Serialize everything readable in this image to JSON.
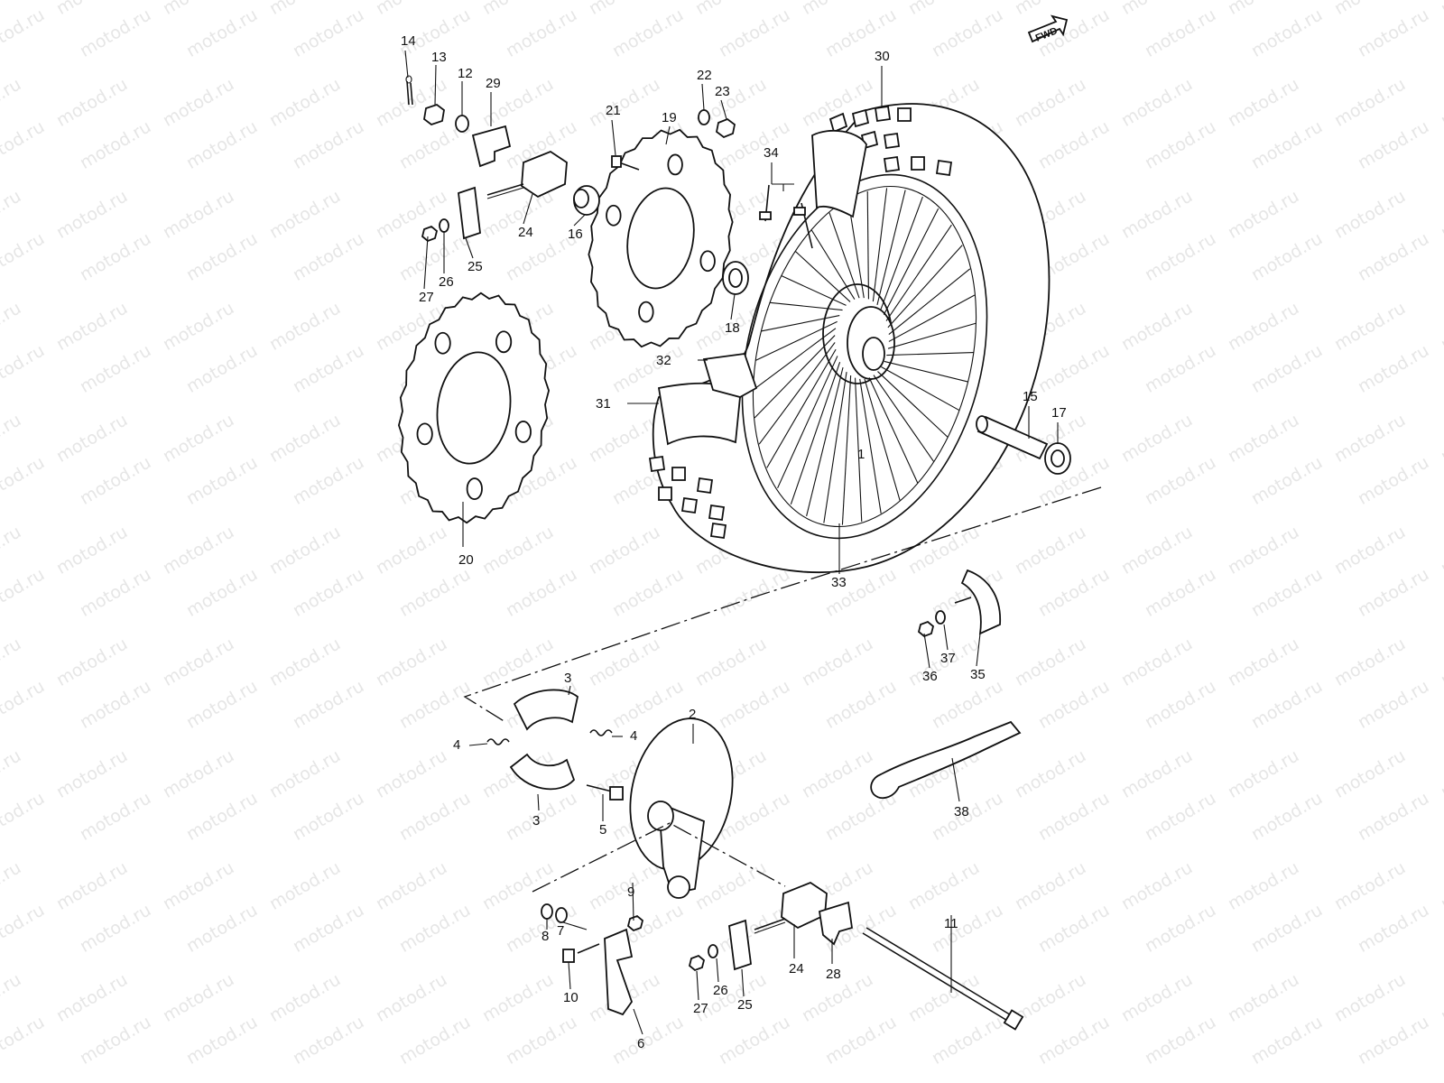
{
  "watermark": "motod.ru",
  "fwd_label": "FWD",
  "labels": {
    "p1": "1",
    "p2": "2",
    "p3a": "3",
    "p3b": "3",
    "p4a": "4",
    "p4b": "4",
    "p5": "5",
    "p6": "6",
    "p7": "7",
    "p8": "8",
    "p9": "9",
    "p10": "10",
    "p11": "11",
    "p12": "12",
    "p13": "13",
    "p14": "14",
    "p15": "15",
    "p16": "16",
    "p17": "17",
    "p18": "18",
    "p19": "19",
    "p20": "20",
    "p21": "21",
    "p22": "22",
    "p23": "23",
    "p24a": "24",
    "p24b": "24",
    "p25a": "25",
    "p25b": "25",
    "p26a": "26",
    "p26b": "26",
    "p27a": "27",
    "p27b": "27",
    "p28": "28",
    "p29": "29",
    "p30": "30",
    "p31": "31",
    "p32": "32",
    "p33": "33",
    "p34": "34",
    "p35": "35",
    "p36": "36",
    "p37": "37",
    "p38": "38"
  }
}
